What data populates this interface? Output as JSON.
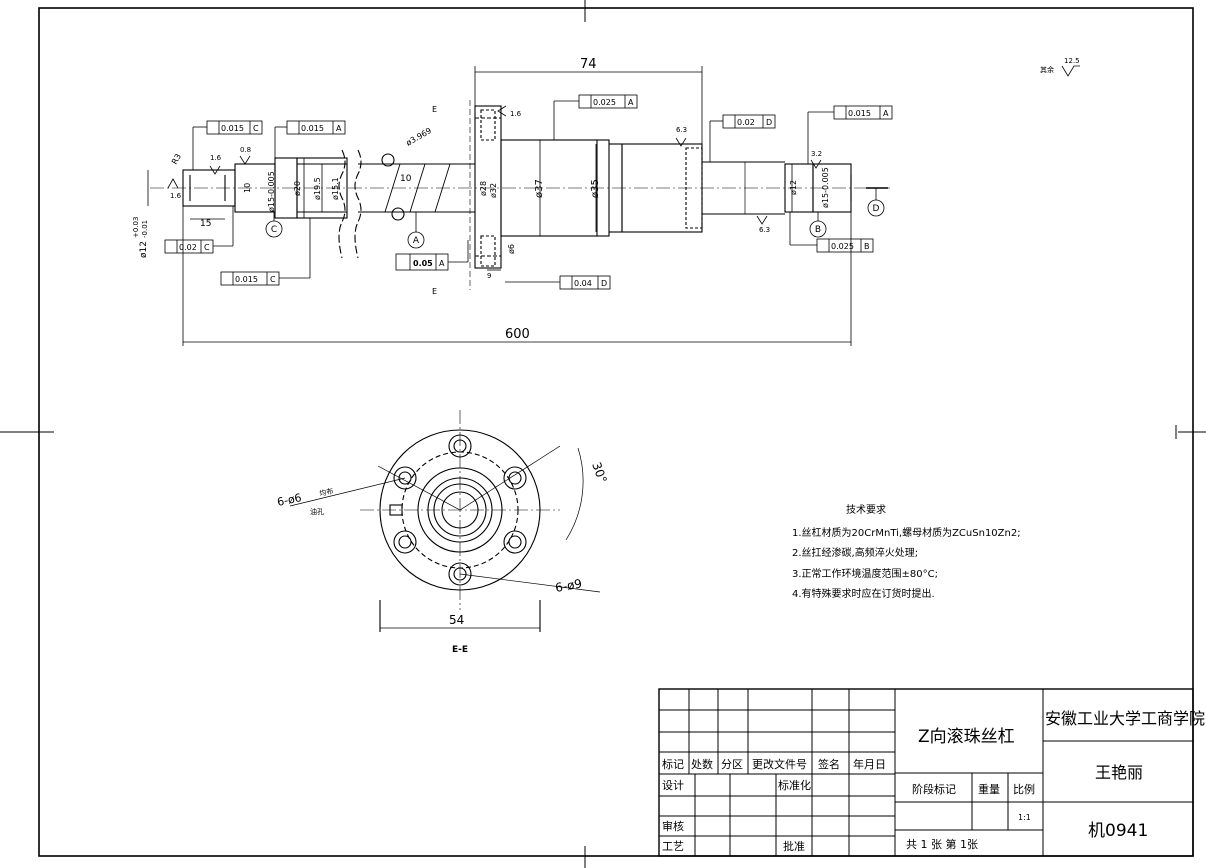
{
  "dimensions": {
    "overall_length": "600",
    "nut_length": "74",
    "flange_dia": "54",
    "d12": "ø12",
    "d12_tol_upper": "+0.03",
    "d12_tol_lower": "-0.01",
    "len15": "15",
    "d10": "10",
    "d15k6": "ø15-0.005",
    "d19_5": "ø19.5",
    "d20": "ø20",
    "d15_1": "ø15.1",
    "pitch10": "10",
    "ball": "ø3.969",
    "d28": "ø28",
    "d32": "ø32",
    "d37": "ø37",
    "d35": "ø35",
    "d6": "ø6",
    "d9": "9",
    "d12r": "ø12",
    "d15k6r": "ø15-0.005",
    "r3": "R3",
    "holes_a": "6-ø6",
    "holes_a_note": "均布",
    "oil_hole": "油孔",
    "holes_b": "6-ø9",
    "angle": "30°",
    "section_mark": "E",
    "section_label": "E-E"
  },
  "roughness": {
    "r16a": "1.6",
    "r16b": "1.6",
    "r08": "0.8",
    "r16c": "1.6",
    "r63a": "6.3",
    "r63b": "6.3",
    "r32": "3.2",
    "rest_label": "其余",
    "rest_value": "12.5"
  },
  "tolerances": {
    "t1": {
      "value": "0.015",
      "datum": "C"
    },
    "t2": {
      "value": "0.015",
      "datum": "A"
    },
    "t3": {
      "value": "0.025",
      "datum": "A"
    },
    "t4": {
      "value": "0.02",
      "datum": "D"
    },
    "t5": {
      "value": "0.015",
      "datum": "A"
    },
    "t6": {
      "value": "0.02",
      "datum": "C"
    },
    "t7": {
      "value": "0.015",
      "datum": "C"
    },
    "t8": {
      "value": "0.05",
      "datum": "A"
    },
    "t9": {
      "value": "0.04",
      "datum": "D"
    },
    "t10": {
      "value": "0.025",
      "datum": "B"
    }
  },
  "datums": {
    "a": "A",
    "b": "B",
    "c": "C",
    "d": "D"
  },
  "tech_requirements": {
    "title": "技术要求",
    "items": [
      "1.丝杠材质为20CrMnTi,螺母材质为ZCuSn10Zn2;",
      "2.丝扛经渗碳,高频淬火处理;",
      "3.正常工作环境温度范围±80°C;",
      "4.有特殊要求时应在订货时提出."
    ]
  },
  "title_block": {
    "part_name": "Z向滚珠丝杠",
    "school": "安徽工业大学工商学院",
    "designer_name": "王艳丽",
    "drawing_no": "机0941",
    "h_mark": "标记",
    "h_count": "处数",
    "h_zone": "分区",
    "h_doc": "更改文件号",
    "h_sign": "签名",
    "h_date": "年月日",
    "design": "设计",
    "standardize": "标准化",
    "stage": "阶段标记",
    "weight": "重量",
    "scale": "比例",
    "scale_value": "1:1",
    "review": "审核",
    "process": "工艺",
    "approve": "批准",
    "sheets": "共 1 张 第 1张"
  }
}
